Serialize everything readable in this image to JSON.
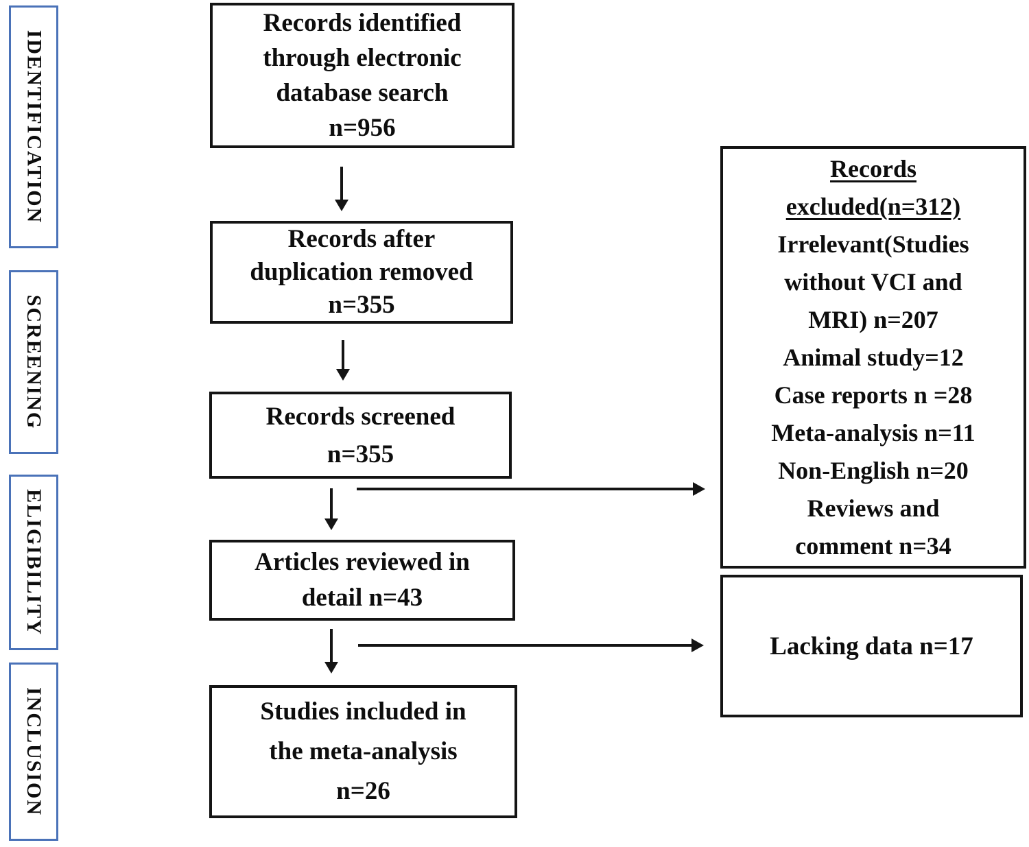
{
  "figure": {
    "type": "prisma-flow-diagram",
    "background_color": "#ffffff",
    "box_border_color": "#141414",
    "stage_border_color": "#4a72b8",
    "text_color": "#0d0d0d"
  },
  "stages": [
    {
      "label": "IDENTIFICATION"
    },
    {
      "label": "SCREENING"
    },
    {
      "label": "ELIGIBILITY"
    },
    {
      "label": "INCLUSION"
    }
  ],
  "flow": {
    "boxes": [
      {
        "id": "records-identified",
        "lines": [
          "Records identified",
          "through electronic",
          "database search",
          "n=956"
        ]
      },
      {
        "id": "records-after-duplication",
        "lines": [
          "Records after",
          "duplication removed",
          "n=355"
        ]
      },
      {
        "id": "records-screened",
        "lines": [
          "Records screened",
          "n=355"
        ]
      },
      {
        "id": "articles-reviewed",
        "lines": [
          "Articles reviewed in",
          "detail n=43"
        ]
      },
      {
        "id": "studies-included",
        "lines": [
          "Studies included in",
          "the meta-analysis",
          "n=26"
        ]
      }
    ]
  },
  "exclusions": {
    "records_excluded": {
      "title_lines": [
        "Records",
        "excluded(n=312)"
      ],
      "lines": [
        "Irrelevant(Studies",
        "without VCI and",
        "MRI) n=207",
        "Animal study=12",
        "Case reports n =28",
        "Meta-analysis n=11",
        "Non-English n=20",
        "Reviews and",
        "comment n=34"
      ]
    },
    "lacking_data": {
      "label": "Lacking data n=17"
    }
  }
}
